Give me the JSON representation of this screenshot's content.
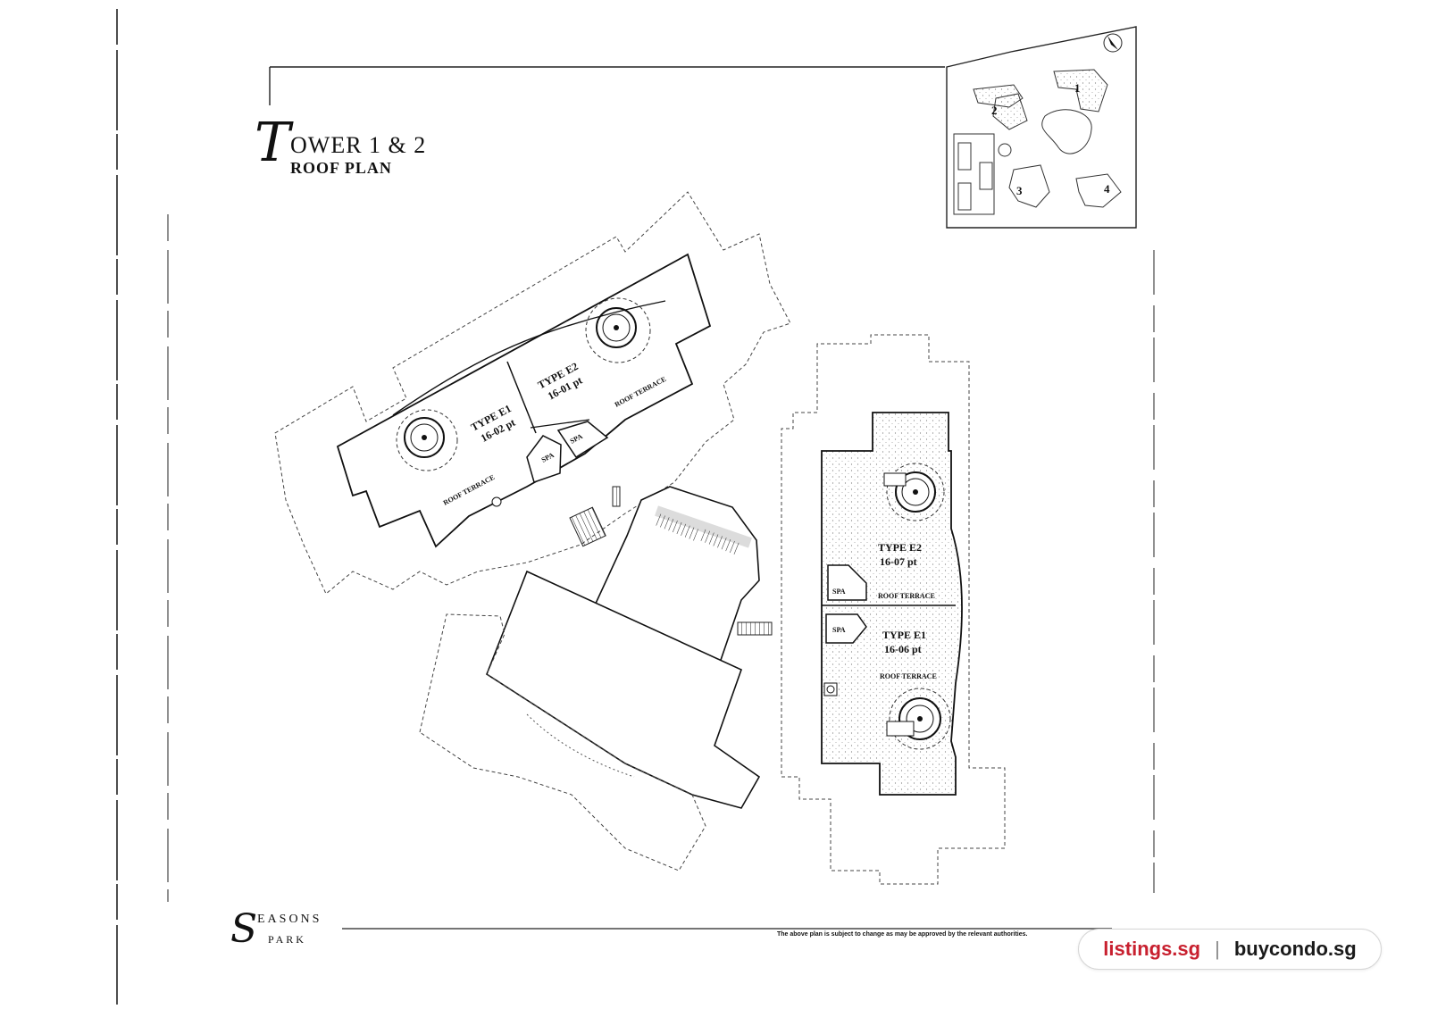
{
  "title": {
    "initial": "T",
    "rest": "OWER 1 & 2",
    "subtitle": "ROOF PLAN"
  },
  "units": {
    "t1_e1": {
      "type": "TYPE E1",
      "level": "16-02 pt"
    },
    "t1_e2": {
      "type": "TYPE E2",
      "level": "16-01 pt"
    },
    "t2_e2": {
      "type": "TYPE E2",
      "level": "16-07 pt"
    },
    "t2_e1": {
      "type": "TYPE E1",
      "level": "16-06 pt"
    }
  },
  "labels": {
    "roof_terrace": "ROOF TERRACE",
    "spa": "SPA"
  },
  "key_plan": {
    "blocks": [
      "1",
      "2",
      "3",
      "4"
    ]
  },
  "logo": {
    "initial": "S",
    "rest": "EASONS",
    "park": "PARK"
  },
  "disclaimer": "The above plan is subject to change as may be approved by the relevant authorities.",
  "watermark": {
    "site_a": "listings.sg",
    "separator": "|",
    "site_b": "buycondo.sg"
  }
}
